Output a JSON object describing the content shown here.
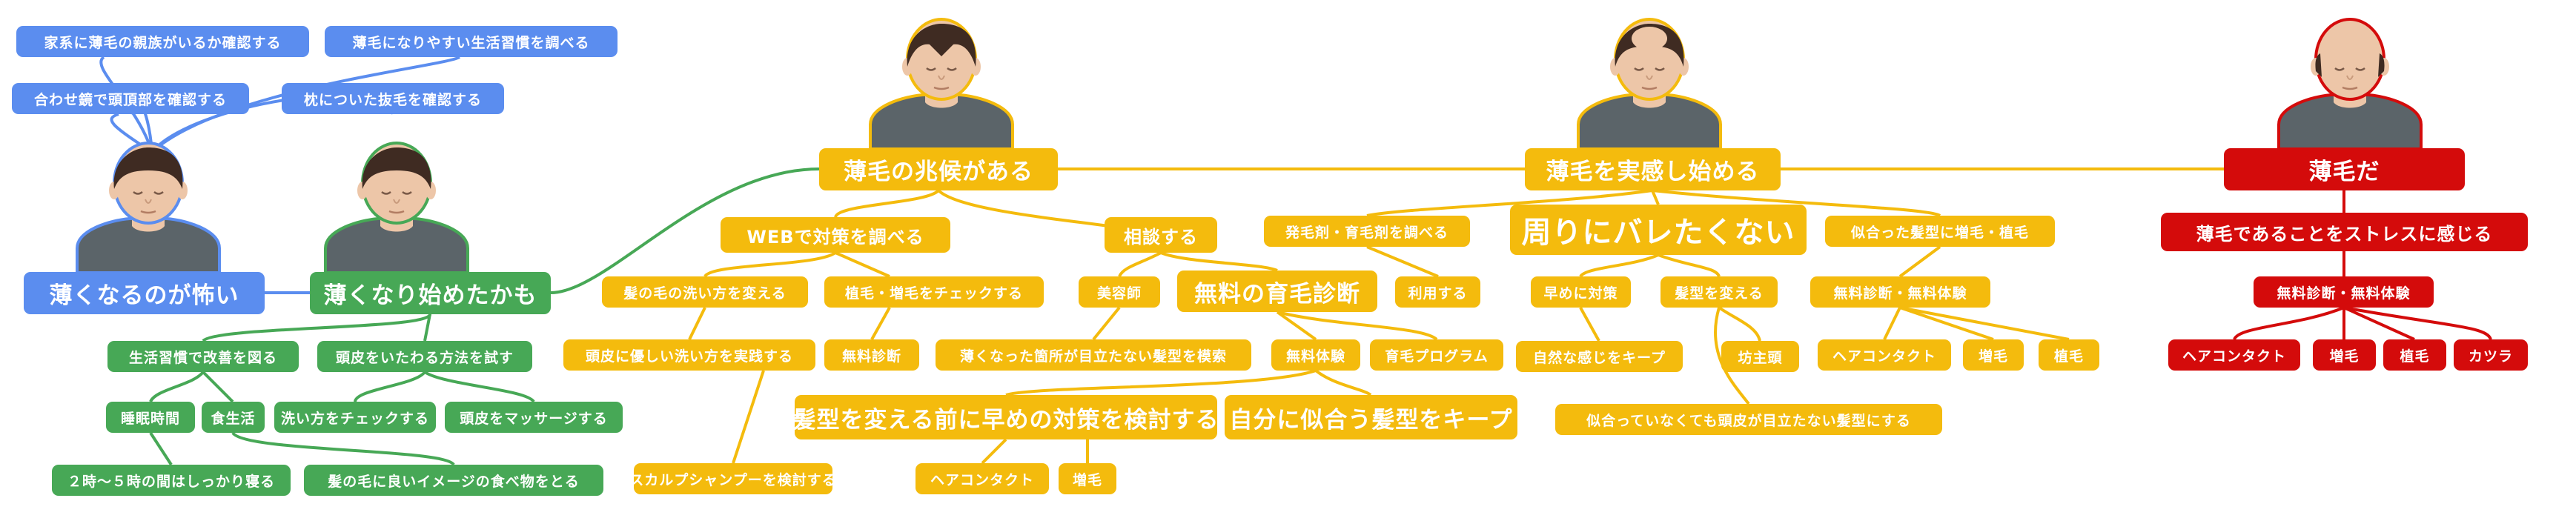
{
  "colors": {
    "blue": "#5b8def",
    "green": "#47a856",
    "yellow": "#f4bb0d",
    "red": "#d40b0b",
    "skin": "#edc6a8",
    "hair": "#3f2b22",
    "shirt": "#5b6469"
  },
  "avatars": [
    {
      "id": "av1",
      "outline": "#5b8def",
      "icon": "person-full-hair-icon"
    },
    {
      "id": "av2",
      "outline": "#47a856",
      "icon": "person-full-hair-icon"
    },
    {
      "id": "av3",
      "outline": "#f4bb0d",
      "icon": "person-receding-hair-icon"
    },
    {
      "id": "av4",
      "outline": "#f4bb0d",
      "icon": "person-thinning-crown-icon"
    },
    {
      "id": "av5",
      "outline": "#d40b0b",
      "icon": "person-bald-icon"
    }
  ],
  "nodes": {
    "b1": "家系に薄毛の親族がいるか確認する",
    "b2": "薄毛になりやすい生活習慣を調べる",
    "b3": "合わせ鏡で頭頂部を確認する",
    "b4": "枕についた抜毛を確認する",
    "b0": "薄くなるのが怖い",
    "g0": "薄くなり始めたかも",
    "g1": "生活習慣で改善を図る",
    "g2": "頭皮をいたわる方法を試す",
    "g3": "睡眠時間",
    "g4": "食生活",
    "g5": "洗い方をチェックする",
    "g6": "頭皮をマッサージする",
    "g7": "２時～５時の間はしっかり寝る",
    "g8": "髪の毛に良いイメージの食べ物をとる",
    "y0": "薄毛の兆候がある",
    "y1": "WEBで対策を調べる",
    "y2": "相談する",
    "y3": "髪の毛の洗い方を変える",
    "y4": "植毛・増毛をチェックする",
    "y5": "美容師",
    "y6": "無料の育毛診断",
    "y7": "頭皮に優しい洗い方を実践する",
    "y8": "無料診断",
    "y9": "薄くなった箇所が目立たない髪型を模索",
    "y10": "無料体験",
    "y11": "育毛プログラム",
    "y12": "髪型を変える前に早めの対策を検討する",
    "y13": "自分に似合う髪型をキープ",
    "y14": "スカルプシャンプーを検討する",
    "y15": "ヘアコンタクト",
    "y16": "増毛",
    "z0": "薄毛を実感し始める",
    "z1": "発毛剤・育毛剤を調べる",
    "z2": "周りにバレたくない",
    "z3": "似合った髪型に増毛・植毛",
    "z4": "利用する",
    "z5": "早めに対策",
    "z6": "髪型を変える",
    "z7": "無料診断・無料体験",
    "z8": "自然な感じをキープ",
    "z9": "坊主頭",
    "z10": "ヘアコンタクト",
    "z11": "増毛",
    "z12": "植毛",
    "z13": "似合っていなくても頭皮が目立たない髪型にする",
    "r0": "薄毛だ",
    "r1": "薄毛であることをストレスに感じる",
    "r2": "無料診断・無料体験",
    "r3": "ヘアコンタクト",
    "r4": "増毛",
    "r5": "植毛",
    "r6": "カツラ"
  }
}
